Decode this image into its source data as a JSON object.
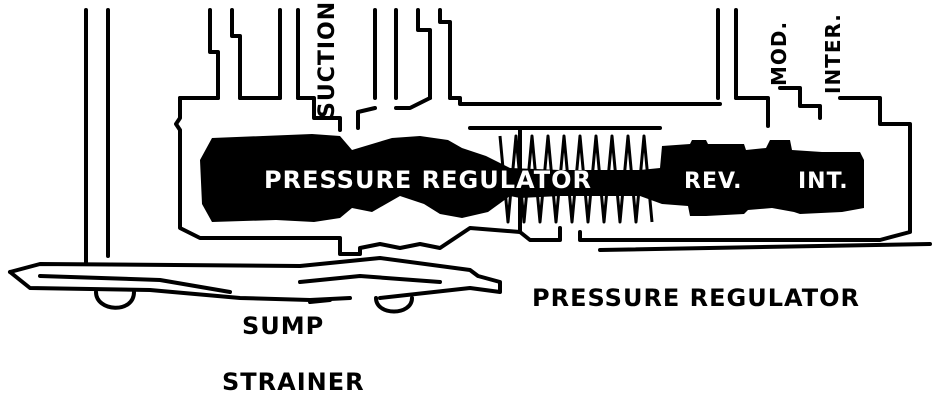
{
  "labels": {
    "suction": "SUCTION",
    "mod": "MOD.",
    "inter": "INTER.",
    "valve_main": "PRESSURE REGULATOR",
    "valve_rev": "REV.",
    "valve_int": "INT.",
    "caption": "PRESSURE REGULATOR",
    "sump": "SUMP",
    "strainer": "STRAINER"
  },
  "colors": {
    "ink": "#000000",
    "paper": "#ffffff"
  }
}
